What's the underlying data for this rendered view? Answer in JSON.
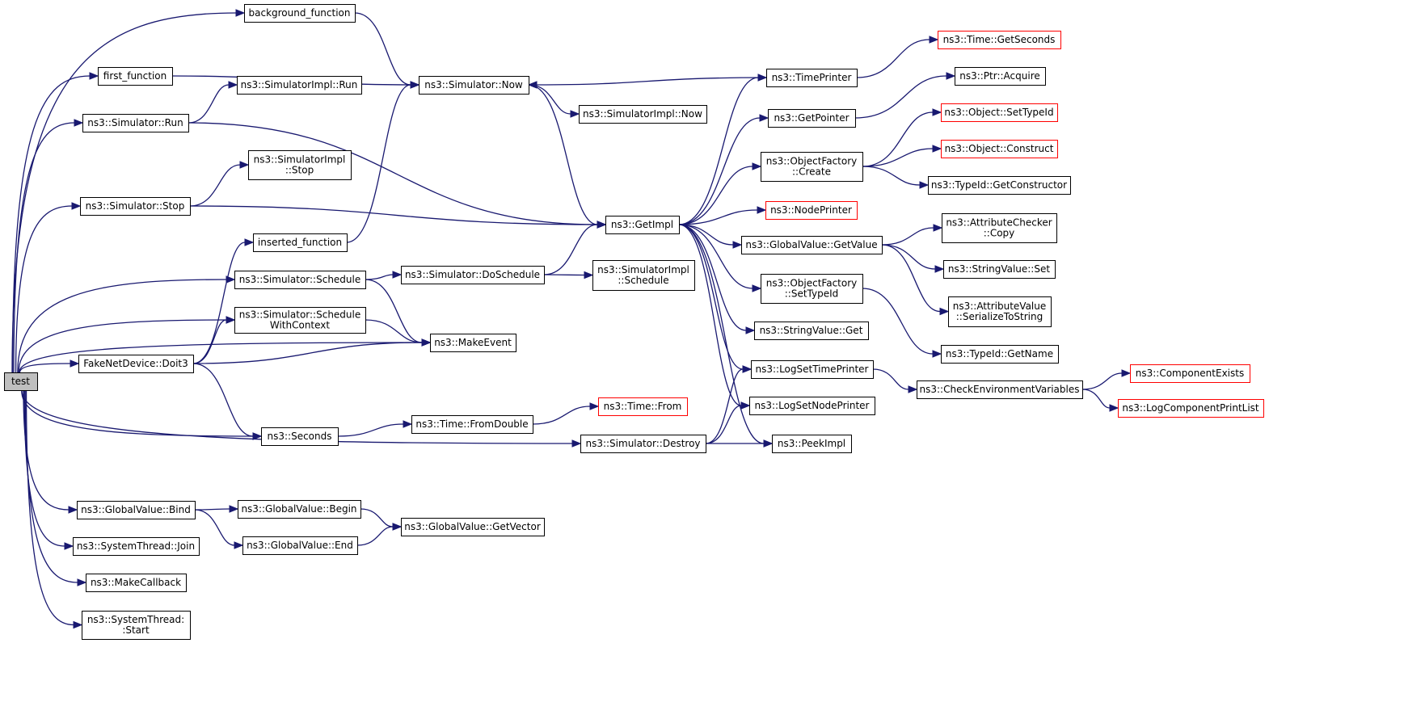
{
  "colors": {
    "edge": "#191970",
    "node_border": "#000000",
    "external_border": "#ff0000",
    "root_fill": "#bfbfbf",
    "node_fill": "#ffffff"
  },
  "nodes": [
    {
      "id": "test",
      "lines": [
        "test"
      ],
      "style": "root"
    },
    {
      "id": "background_function",
      "lines": [
        "background_function"
      ]
    },
    {
      "id": "first_function",
      "lines": [
        "first_function"
      ]
    },
    {
      "id": "sim_run",
      "lines": [
        "ns3::Simulator::Run"
      ]
    },
    {
      "id": "sim_stop",
      "lines": [
        "ns3::Simulator::Stop"
      ]
    },
    {
      "id": "inserted_function",
      "lines": [
        "inserted_function"
      ]
    },
    {
      "id": "sim_schedule",
      "lines": [
        "ns3::Simulator::Schedule"
      ]
    },
    {
      "id": "sim_schedule_wc",
      "lines": [
        "ns3::Simulator::Schedule",
        "WithContext"
      ]
    },
    {
      "id": "fake_doit3",
      "lines": [
        "FakeNetDevice::Doit3"
      ]
    },
    {
      "id": "seconds",
      "lines": [
        "ns3::Seconds"
      ]
    },
    {
      "id": "gv_bind",
      "lines": [
        "ns3::GlobalValue::Bind"
      ]
    },
    {
      "id": "st_join",
      "lines": [
        "ns3::SystemThread::Join"
      ]
    },
    {
      "id": "make_callback",
      "lines": [
        "ns3::MakeCallback"
      ]
    },
    {
      "id": "st_start",
      "lines": [
        "ns3::SystemThread:",
        ":Start"
      ]
    },
    {
      "id": "simimpl_run",
      "lines": [
        "ns3::SimulatorImpl::Run"
      ]
    },
    {
      "id": "sim_now",
      "lines": [
        "ns3::Simulator::Now"
      ]
    },
    {
      "id": "simimpl_stop",
      "lines": [
        "ns3::SimulatorImpl",
        "::Stop"
      ]
    },
    {
      "id": "sim_doschedule",
      "lines": [
        "ns3::Simulator::DoSchedule"
      ]
    },
    {
      "id": "make_event",
      "lines": [
        "ns3::MakeEvent"
      ]
    },
    {
      "id": "time_fromdouble",
      "lines": [
        "ns3::Time::FromDouble"
      ]
    },
    {
      "id": "gv_begin",
      "lines": [
        "ns3::GlobalValue::Begin"
      ]
    },
    {
      "id": "gv_end",
      "lines": [
        "ns3::GlobalValue::End"
      ]
    },
    {
      "id": "gv_getvector",
      "lines": [
        "ns3::GlobalValue::GetVector"
      ]
    },
    {
      "id": "simimpl_now",
      "lines": [
        "ns3::SimulatorImpl::Now"
      ]
    },
    {
      "id": "simimpl_schedule",
      "lines": [
        "ns3::SimulatorImpl",
        "::Schedule"
      ]
    },
    {
      "id": "get_impl",
      "lines": [
        "ns3::GetImpl"
      ]
    },
    {
      "id": "time_from",
      "lines": [
        "ns3::Time::From"
      ],
      "style": "ext"
    },
    {
      "id": "sim_destroy",
      "lines": [
        "ns3::Simulator::Destroy"
      ]
    },
    {
      "id": "time_printer",
      "lines": [
        "ns3::TimePrinter"
      ]
    },
    {
      "id": "get_pointer",
      "lines": [
        "ns3::GetPointer"
      ]
    },
    {
      "id": "of_create",
      "lines": [
        "ns3::ObjectFactory",
        "::Create"
      ]
    },
    {
      "id": "node_printer",
      "lines": [
        "ns3::NodePrinter"
      ],
      "style": "ext"
    },
    {
      "id": "gv_getvalue",
      "lines": [
        "ns3::GlobalValue::GetValue"
      ]
    },
    {
      "id": "of_settypeid",
      "lines": [
        "ns3::ObjectFactory",
        "::SetTypeId"
      ]
    },
    {
      "id": "stringvalue_get",
      "lines": [
        "ns3::StringValue::Get"
      ]
    },
    {
      "id": "log_set_time_printer",
      "lines": [
        "ns3::LogSetTimePrinter"
      ]
    },
    {
      "id": "log_set_node_printer",
      "lines": [
        "ns3::LogSetNodePrinter"
      ]
    },
    {
      "id": "peek_impl",
      "lines": [
        "ns3::PeekImpl"
      ]
    },
    {
      "id": "time_getseconds",
      "lines": [
        "ns3::Time::GetSeconds"
      ],
      "style": "ext"
    },
    {
      "id": "ptr_acquire",
      "lines": [
        "ns3::Ptr::Acquire"
      ]
    },
    {
      "id": "obj_settypeid",
      "lines": [
        "ns3::Object::SetTypeId"
      ],
      "style": "ext"
    },
    {
      "id": "obj_construct",
      "lines": [
        "ns3::Object::Construct"
      ],
      "style": "ext"
    },
    {
      "id": "typeid_getconstructor",
      "lines": [
        "ns3::TypeId::GetConstructor"
      ]
    },
    {
      "id": "attrchecker_copy",
      "lines": [
        "ns3::AttributeChecker",
        "::Copy"
      ]
    },
    {
      "id": "stringvalue_set",
      "lines": [
        "ns3::StringValue::Set"
      ]
    },
    {
      "id": "attrvalue_serialize",
      "lines": [
        "ns3::AttributeValue",
        "::SerializeToString"
      ]
    },
    {
      "id": "typeid_getname",
      "lines": [
        "ns3::TypeId::GetName"
      ]
    },
    {
      "id": "check_env_vars",
      "lines": [
        "ns3::CheckEnvironmentVariables"
      ]
    },
    {
      "id": "component_exists",
      "lines": [
        "ns3::ComponentExists"
      ],
      "style": "ext"
    },
    {
      "id": "logcomp_printlist",
      "lines": [
        "ns3::LogComponentPrintList"
      ],
      "style": "ext"
    }
  ],
  "edges": [
    [
      "test",
      "background_function"
    ],
    [
      "test",
      "first_function"
    ],
    [
      "test",
      "sim_run"
    ],
    [
      "test",
      "sim_stop"
    ],
    [
      "test",
      "sim_schedule"
    ],
    [
      "test",
      "sim_schedule_wc"
    ],
    [
      "test",
      "fake_doit3"
    ],
    [
      "test",
      "make_event"
    ],
    [
      "test",
      "seconds"
    ],
    [
      "test",
      "sim_destroy"
    ],
    [
      "test",
      "gv_bind"
    ],
    [
      "test",
      "st_join"
    ],
    [
      "test",
      "make_callback"
    ],
    [
      "test",
      "st_start"
    ],
    [
      "background_function",
      "sim_now"
    ],
    [
      "first_function",
      "sim_now"
    ],
    [
      "sim_run",
      "simimpl_run"
    ],
    [
      "sim_run",
      "get_impl"
    ],
    [
      "sim_stop",
      "simimpl_stop"
    ],
    [
      "sim_stop",
      "get_impl"
    ],
    [
      "inserted_function",
      "sim_now"
    ],
    [
      "sim_schedule",
      "sim_doschedule"
    ],
    [
      "sim_schedule",
      "make_event"
    ],
    [
      "sim_schedule_wc",
      "make_event"
    ],
    [
      "fake_doit3",
      "inserted_function"
    ],
    [
      "fake_doit3",
      "sim_schedule_wc"
    ],
    [
      "fake_doit3",
      "make_event"
    ],
    [
      "fake_doit3",
      "seconds"
    ],
    [
      "seconds",
      "time_fromdouble"
    ],
    [
      "gv_bind",
      "gv_begin"
    ],
    [
      "gv_bind",
      "gv_end"
    ],
    [
      "gv_begin",
      "gv_getvector"
    ],
    [
      "gv_end",
      "gv_getvector"
    ],
    [
      "sim_now",
      "simimpl_now"
    ],
    [
      "sim_now",
      "get_impl"
    ],
    [
      "sim_doschedule",
      "get_impl"
    ],
    [
      "sim_doschedule",
      "simimpl_schedule"
    ],
    [
      "time_fromdouble",
      "time_from"
    ],
    [
      "sim_destroy",
      "log_set_time_printer"
    ],
    [
      "sim_destroy",
      "log_set_node_printer"
    ],
    [
      "sim_destroy",
      "peek_impl"
    ],
    [
      "get_impl",
      "time_printer"
    ],
    [
      "get_impl",
      "get_pointer"
    ],
    [
      "get_impl",
      "of_create"
    ],
    [
      "get_impl",
      "node_printer"
    ],
    [
      "get_impl",
      "gv_getvalue"
    ],
    [
      "get_impl",
      "of_settypeid"
    ],
    [
      "get_impl",
      "stringvalue_get"
    ],
    [
      "get_impl",
      "log_set_time_printer"
    ],
    [
      "get_impl",
      "log_set_node_printer"
    ],
    [
      "get_impl",
      "peek_impl"
    ],
    [
      "time_printer",
      "sim_now"
    ],
    [
      "time_printer",
      "time_getseconds"
    ],
    [
      "get_pointer",
      "ptr_acquire"
    ],
    [
      "of_create",
      "obj_settypeid"
    ],
    [
      "of_create",
      "obj_construct"
    ],
    [
      "of_create",
      "typeid_getconstructor"
    ],
    [
      "gv_getvalue",
      "attrchecker_copy"
    ],
    [
      "gv_getvalue",
      "stringvalue_set"
    ],
    [
      "gv_getvalue",
      "attrvalue_serialize"
    ],
    [
      "of_settypeid",
      "typeid_getname"
    ],
    [
      "log_set_time_printer",
      "check_env_vars"
    ],
    [
      "check_env_vars",
      "component_exists"
    ],
    [
      "check_env_vars",
      "logcomp_printlist"
    ]
  ]
}
